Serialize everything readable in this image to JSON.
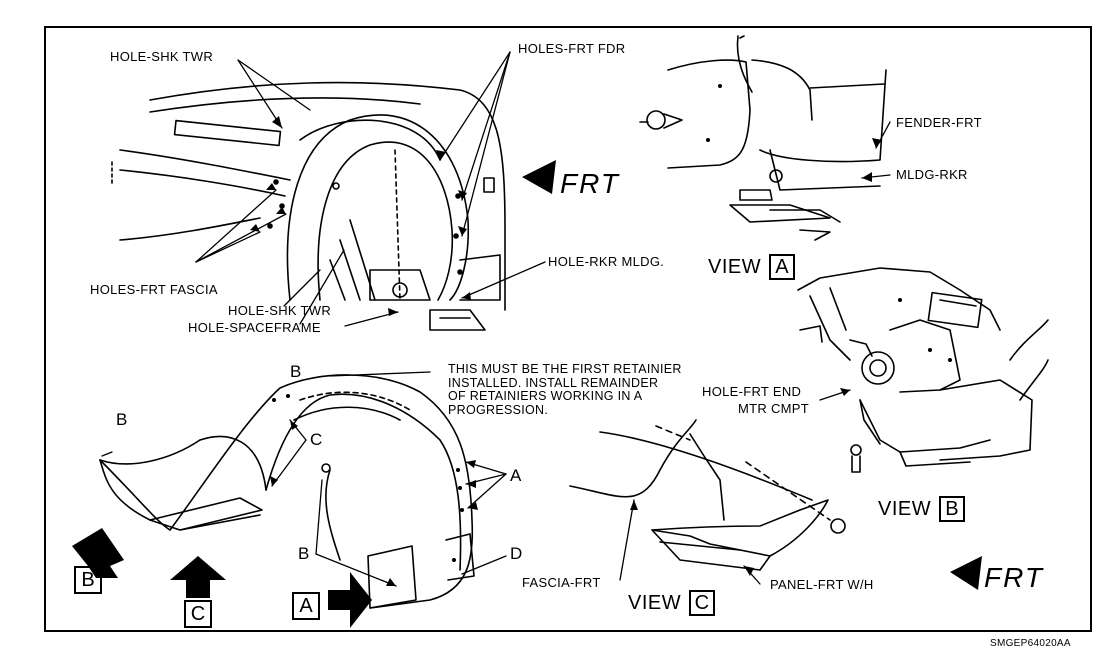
{
  "callouts": {
    "hole_shk_twr_top": "HOLE-SHK TWR",
    "holes_frt_fdr": "HOLES-FRT FDR",
    "holes_frt_fascia": "HOLES-FRT FASCIA",
    "hole_shk_twr_bottom": "HOLE-SHK TWR",
    "hole_spaceframe": "HOLE-SPACEFRAME",
    "hole_rkr_mldg": "HOLE-RKR MLDG.",
    "fender_frt": "FENDER-FRT",
    "mldg_rkr": "MLDG-RKR",
    "hole_frt_end_line1": "HOLE-FRT END",
    "hole_frt_end_line2": "MTR CMPT",
    "fascia_frt": "FASCIA-FRT",
    "panel_frt_wh": "PANEL-FRT W/H"
  },
  "instruction_note": [
    "THIS MUST BE THE FIRST RETAINIER",
    "INSTALLED. INSTALL REMAINDER",
    "OF RETAINIERS WORKING IN A",
    "PROGRESSION."
  ],
  "direction_labels": {
    "frt_upper": "FRT",
    "frt_lower": "FRT"
  },
  "views": {
    "view_word_a": "VIEW",
    "view_letter_a": "A",
    "view_word_b": "VIEW",
    "view_letter_b": "B",
    "view_word_c": "VIEW",
    "view_letter_c": "C"
  },
  "reference_letters": {
    "b_top": "B",
    "b_left": "B",
    "c_mid": "C",
    "a_right": "A",
    "b_lower": "B",
    "d_right": "D",
    "boxed_b": "B",
    "boxed_c": "C",
    "boxed_a": "A"
  },
  "drawing_code": "SMGEP64020AA"
}
